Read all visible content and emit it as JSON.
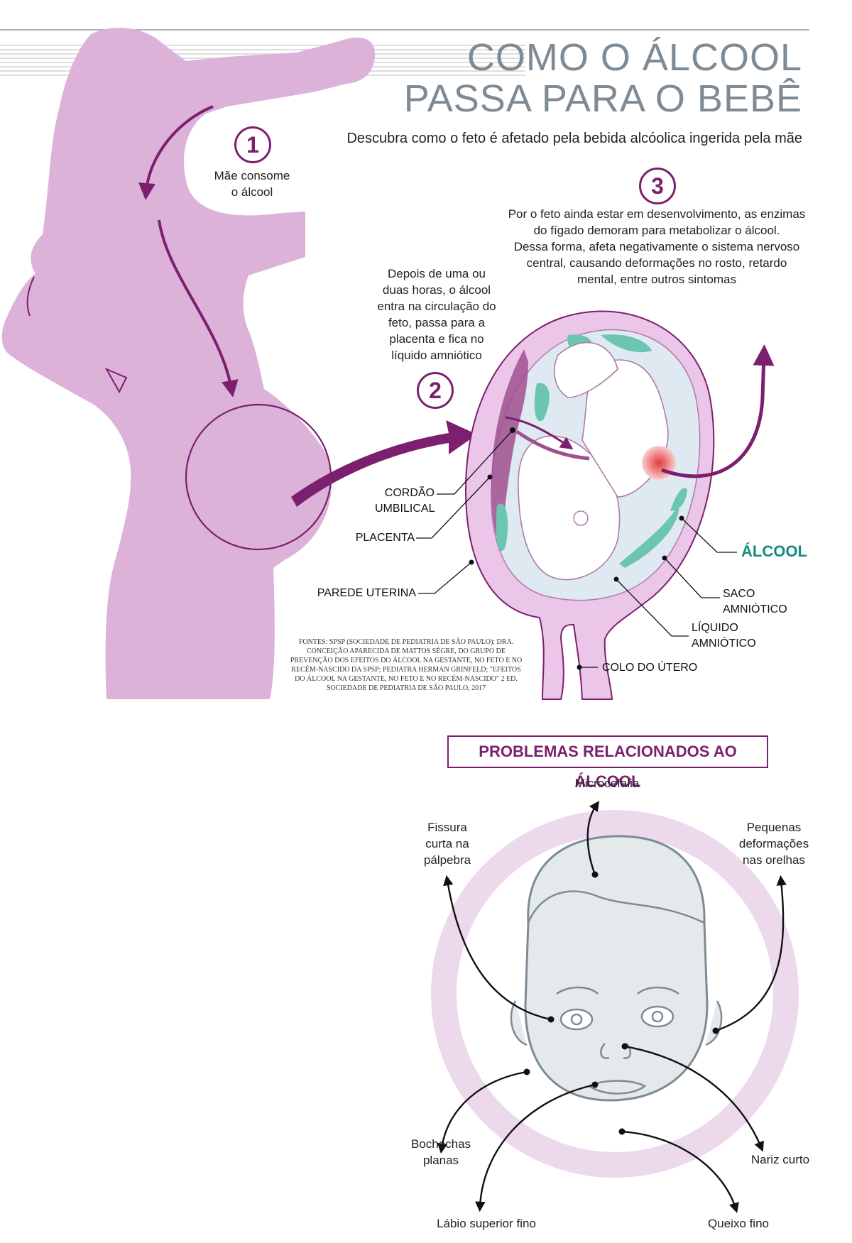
{
  "header": {
    "title_line1": "COMO O ÁLCOOL",
    "title_line2": "PASSA PARA O BEBÊ",
    "subtitle": "Descubra como o feto é afetado pela bebida alcóolica ingerida pela mãe"
  },
  "steps": [
    {
      "number": "1",
      "text_lines": [
        "Mãe consome",
        "o álcool"
      ]
    },
    {
      "number": "2",
      "text_lines": [
        "Depois de uma ou",
        "duas horas, o álcool",
        "entra na circulação do",
        "feto, passa para a",
        "placenta e fica no",
        "líquido amniótico"
      ]
    },
    {
      "number": "3",
      "text_lines": [
        "Por o feto ainda estar em desenvolvimento, as enzimas",
        "do fígado demoram para metabolizar o álcool.",
        "Dessa forma, afeta negativamente o sistema nervoso",
        "central, causando deformações no rosto, retardo",
        "mental, entre outros sintomas"
      ]
    }
  ],
  "uterus_labels": {
    "cordao_l1": "CORDÃO",
    "cordao_l2": "UMBILICAL",
    "placenta": "PLACENTA",
    "parede": "PAREDE UTERINA",
    "alcool": "ÁLCOOL",
    "saco_l1": "SACO",
    "saco_l2": "AMNIÓTICO",
    "liquido_l1": "LÍQUIDO",
    "liquido_l2": "AMNIÓTICO",
    "colo": "COLO DO ÚTERO"
  },
  "sources": [
    "FONTES: SPSP (SOCIEDADE DE PEDIATRIA DE SÃO PAULO); DRA.",
    "CONCEIÇÃO APARECIDA DE MATTOS SÉGRE, DO GRUPO DE",
    "PREVENÇÃO DOS EFEITOS DO ÁLCOOL NA GESTANTE, NO FETO E NO",
    "RECÉM-NASCIDO DA SPSP; PEDIATRA HERMAN GRINFELD; \"EFEITOS",
    "DO ÁLCOOL NA GESTANTE, NO FETO E NO RECÉM-NASCIDO\" 2 ED.",
    "SOCIEDADE DE PEDIATRIA DE SÃO PAULO, 2017"
  ],
  "problems": {
    "title": "PROBLEMAS RELACIONADOS AO ÁLCOOL",
    "microcefalia": "Microcefalia",
    "fissura": [
      "Fissura",
      "curta na",
      "pálpebra"
    ],
    "orelhas": [
      "Pequenas",
      "deformações",
      "nas orelhas"
    ],
    "bochechas": [
      "Bochechas",
      "planas"
    ],
    "nariz": "Nariz curto",
    "labio": "Lábio superior fino",
    "queixo": "Queixo fino"
  },
  "colors": {
    "accent": "#7b1f6e",
    "silhouette": "#dcb2d9",
    "alcohol": "#128c7e",
    "title_gray": "#7e8a94"
  }
}
